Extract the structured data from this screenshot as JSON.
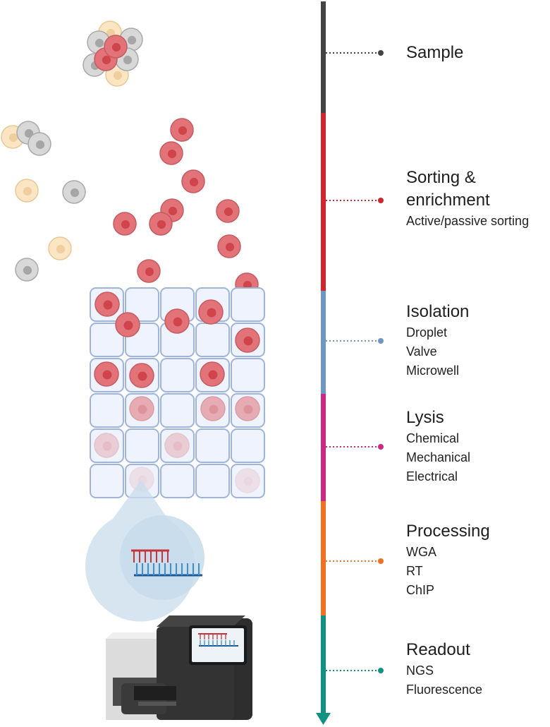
{
  "stages": [
    {
      "title": "Sample",
      "subs": [],
      "color": "#444444"
    },
    {
      "title": "Sorting & enrichment",
      "subs": [
        "Active/passive sorting"
      ],
      "color": "#d0262e"
    },
    {
      "title": "Isolation",
      "subs": [
        "Droplet",
        "Valve",
        "Microwell"
      ],
      "color": "#6e97c4"
    },
    {
      "title": "Lysis",
      "subs": [
        "Chemical",
        "Mechanical",
        "Electrical"
      ],
      "color": "#cc2a82"
    },
    {
      "title": "Processing",
      "subs": [
        "WGA",
        "RT",
        "ChIP"
      ],
      "color": "#ef7222"
    },
    {
      "title": "Readout",
      "subs": [
        "NGS",
        "Fluorescence"
      ],
      "color": "#0f9283"
    }
  ],
  "stage_lines": {
    "title_lines": [
      [
        "Sample"
      ],
      [
        "Sorting &",
        "enrichment"
      ],
      [
        "Isolation"
      ],
      [
        "Lysis"
      ],
      [
        "Processing"
      ],
      [
        "Readout"
      ]
    ]
  },
  "palette": {
    "red_cell": "#e27378",
    "red_nucleus": "#d0454c",
    "gray_cell": "#d8d8d8",
    "yellow_cell": "#fbe5c3",
    "well_fill": "#eef3fd",
    "well_stroke": "#9fb4dd"
  },
  "icons": [
    "cell-icon",
    "microwell-grid",
    "magnifier-bubble",
    "dna-strand-icon",
    "sequencer-icon"
  ]
}
